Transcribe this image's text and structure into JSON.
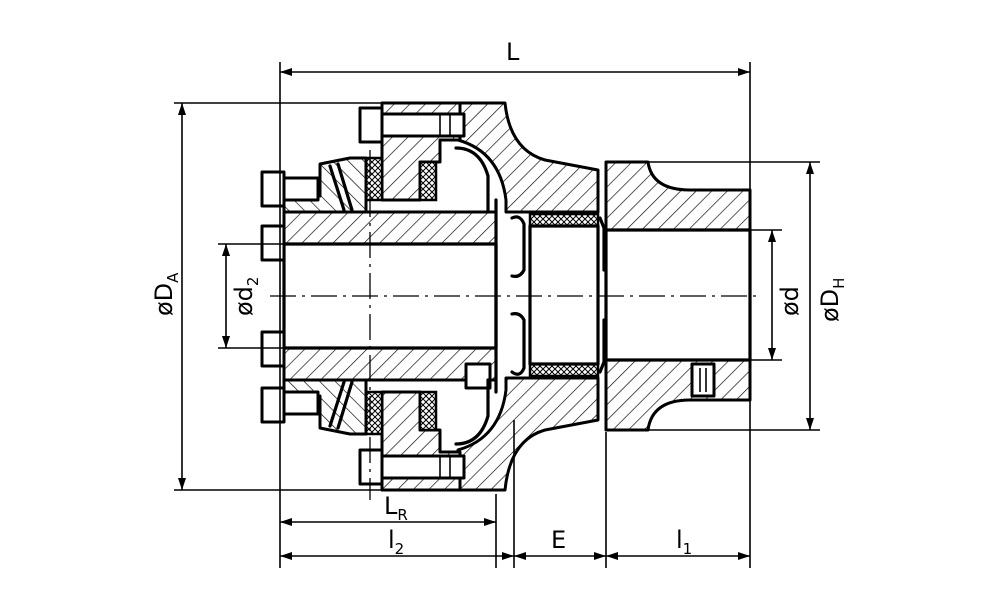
{
  "dimensions": {
    "L": "L",
    "l1": {
      "main": "l",
      "sub": "1"
    },
    "E": "E",
    "l2": {
      "main": "l",
      "sub": "2"
    },
    "LR": {
      "main": "L",
      "sub": "R"
    },
    "DA": {
      "main": "øD",
      "sub": "A"
    },
    "d2": {
      "main": "ød",
      "sub": "2"
    },
    "d": "ød",
    "DH": {
      "main": "øD",
      "sub": "H"
    }
  },
  "colors": {
    "line": "#000000",
    "background": "#ffffff"
  }
}
